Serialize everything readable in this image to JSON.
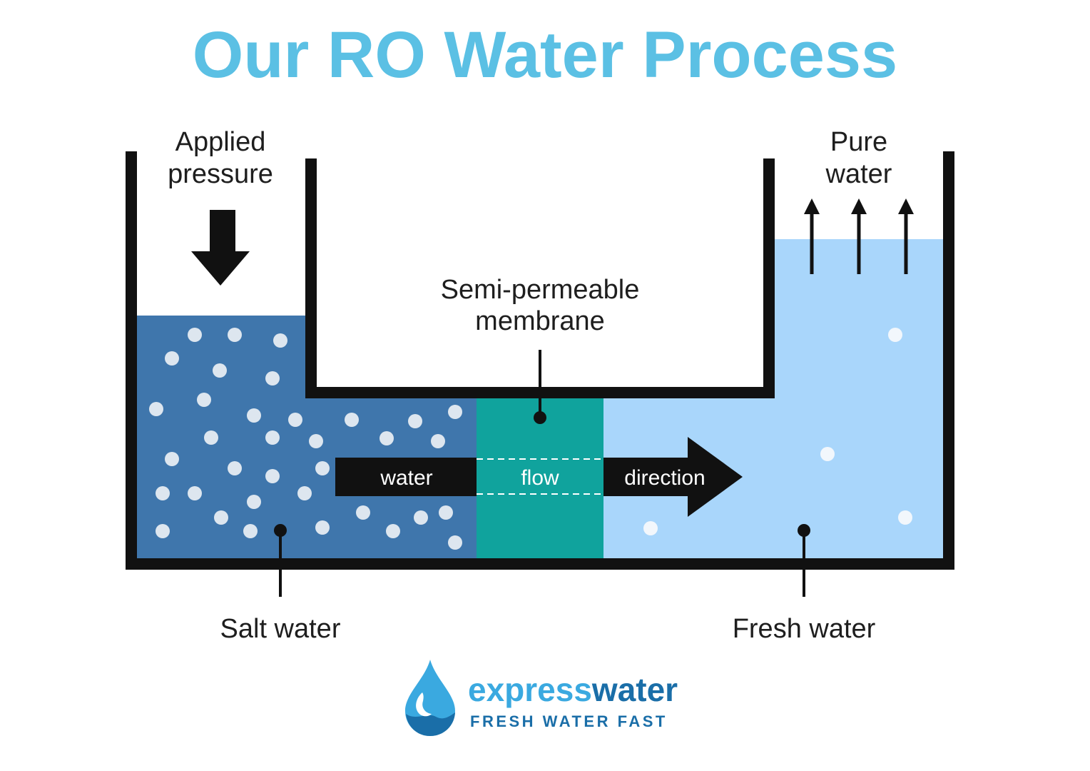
{
  "title": "Our RO Water Process",
  "labels": {
    "applied_pressure": [
      "Applied",
      "pressure"
    ],
    "pure_water": [
      "Pure",
      "water"
    ],
    "membrane": [
      "Semi-permeable",
      "membrane"
    ],
    "salt_water": "Salt water",
    "fresh_water": "Fresh water"
  },
  "flow": {
    "word1": "water",
    "word2": "flow",
    "word3": "direction"
  },
  "brand": {
    "name_part1": "express",
    "name_part2": "water",
    "tagline": "FRESH WATER FAST"
  },
  "colors": {
    "title": "#5bc0e4",
    "salt_water": "#3f76ac",
    "membrane": "#10a39d",
    "fresh_water": "#a9d6fb",
    "container": "#111111",
    "particle": "#dde6ef",
    "brand_light": "#3aa9e0",
    "brand_dark": "#1a6ea8"
  }
}
